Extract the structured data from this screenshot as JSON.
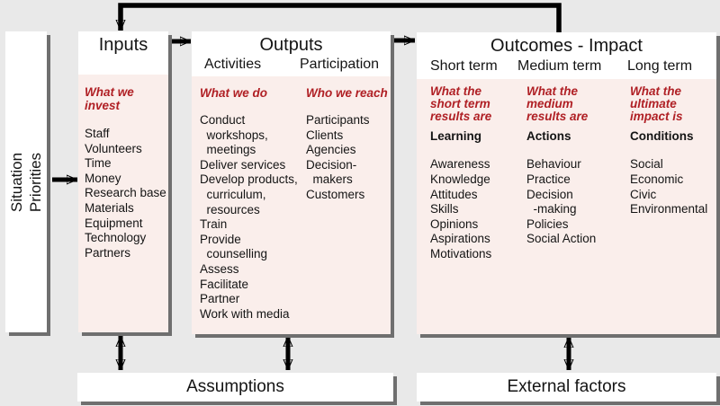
{
  "colors": {
    "background": "#E9E9E9",
    "panel": "#FFFFFF",
    "panel_tint": "#FAEEEB",
    "shadow": "#6F6F6F",
    "accent_red": "#B02025",
    "text": "#141414",
    "arrow": "#000000"
  },
  "situation": {
    "label": "Situation\nPriorities"
  },
  "inputs": {
    "title": "Inputs",
    "descriptor": "What we invest",
    "items": [
      "Staff",
      "Volunteers",
      "Time",
      "Money",
      "Research base",
      "Materials",
      "Equipment",
      "Technology",
      "Partners"
    ]
  },
  "outputs": {
    "title": "Outputs",
    "columns": [
      {
        "heading": "Activities",
        "descriptor": "What we do",
        "lines": [
          "Conduct",
          "  workshops,",
          "  meetings",
          "Deliver services",
          "Develop products,",
          "  curriculum,",
          "  resources",
          "Train",
          "Provide",
          "  counselling",
          "Assess",
          "Facilitate",
          "Partner",
          "Work with media"
        ]
      },
      {
        "heading": "Participation",
        "descriptor": "Who we reach",
        "lines": [
          "Participants",
          "Clients",
          "Agencies",
          "Decision-",
          "  makers",
          "Customers"
        ]
      }
    ]
  },
  "outcomes": {
    "title": "Outcomes - Impact",
    "columns": [
      {
        "heading": "Short term",
        "descriptor": "What the\nshort term\nresults are",
        "subhead": "Learning",
        "lines": [
          "Awareness",
          "Knowledge",
          "Attitudes",
          "Skills",
          "Opinions",
          "Aspirations",
          "Motivations"
        ]
      },
      {
        "heading": "Medium term",
        "descriptor": "What the\nmedium\nresults are",
        "subhead": "Actions",
        "lines": [
          "Behaviour",
          "Practice",
          "Decision",
          "  -making",
          "Policies",
          "Social Action"
        ]
      },
      {
        "heading": "Long term",
        "descriptor": "What the\nultimate\nimpact is",
        "subhead": "Conditions",
        "lines": [
          "Social",
          "Economic",
          "Civic",
          "Environmental"
        ]
      }
    ]
  },
  "footer": {
    "assumptions": "Assumptions",
    "external": "External factors"
  }
}
